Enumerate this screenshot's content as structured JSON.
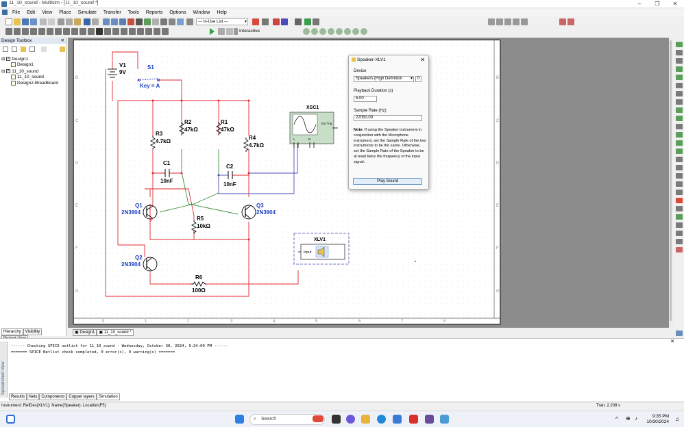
{
  "window": {
    "title": "11_10_sound - Multisim - [11_10_sound *]"
  },
  "menu": [
    "File",
    "Edit",
    "View",
    "Place",
    "Simulate",
    "Transfer",
    "Tools",
    "Reports",
    "Options",
    "Window",
    "Help"
  ],
  "toolbar": {
    "inuse_list": "--- In-Use List ---",
    "interactive": "Interactive"
  },
  "toolbox": {
    "title": "Design Toolbox",
    "tree": [
      "Design1",
      "Design1",
      "11_10_sound",
      "11_10_sound",
      "Design2-Breadboard"
    ],
    "tabs": [
      "Hierarchy",
      "Visibility",
      "Project View"
    ]
  },
  "sheet": {
    "rows": [
      "B",
      "C",
      "D",
      "E",
      "F",
      "G"
    ],
    "cols": [
      "0",
      "1",
      "2",
      "3",
      "4",
      "5",
      "6",
      "7",
      "8"
    ],
    "tabs": [
      "Design1",
      "11_10_sound *"
    ]
  },
  "circuit": {
    "v1_name": "V1",
    "v1_val": "9V",
    "s1_name": "S1",
    "s1_key": "Key = A",
    "r3_name": "R3",
    "r3_val": "4.7kΩ",
    "r2_name": "R2",
    "r2_val": "47kΩ",
    "r1_name": "R1",
    "r1_val": "47kΩ",
    "r4_name": "R4",
    "r4_val": "4.7kΩ",
    "c1_name": "C1",
    "c1_val": "10nF",
    "c2_name": "C2",
    "c2_val": "10nF",
    "q1_name": "Q1",
    "q1_val": "2N3904",
    "q3_name": "Q3",
    "q3_val": "2N3904",
    "q2_name": "Q2",
    "q2_val": "2N3904",
    "r5_name": "R5",
    "r5_val": "10kΩ",
    "r6_name": "R6",
    "r6_val": "100Ω",
    "xsc1_name": "XSC1",
    "xsc1_ext": "Ext Trig",
    "xsc1_a": "A",
    "xsc1_b": "B",
    "xlv1_name": "XLV1",
    "xlv1_input": "Input"
  },
  "dialog": {
    "title": "Speaker-XLV1",
    "device_label": "Device",
    "device_value": "Speakers (High Definition",
    "device_index": "0",
    "duration_label": "Playback Duration (s)",
    "duration_value": "5.00",
    "rate_label": "Sample Rate (Hz)",
    "rate_value": "22050.00",
    "note_bold": "Note:",
    "note_text": " If using the Speaker instrument in conjunction with the Microphone instrument, set the Sample Rate of the two instruments to be the same. Otherwise, set the Sample Rate of the Speaker to be at least twice the frequency of the input signal.",
    "play_button": "Play Sound"
  },
  "output": {
    "side_label": "Spreadsheet View",
    "lines": [
      "------ Checking SPICE netlist for 11_10_sound - Wednesday, October 30, 2024, 9:34:09 PM ------",
      "======= SPICE Netlist check completed, 0 error(s), 0 warning(s) ======="
    ],
    "tabs": [
      "Results",
      "Nets",
      "Components",
      "Copper layers",
      "Simulation"
    ]
  },
  "status": {
    "left": "Instrument: RefDes(XLV1); Name(Speaker); Location(F5)",
    "right": "Tran: 2.208 s"
  },
  "taskbar": {
    "search": "Search",
    "time": "9:35 PM",
    "date": "10/30/2024"
  },
  "colors": {
    "wire_red": "#e0262d",
    "wire_green": "#3a8f3a",
    "wire_blue": "#4a4ab8",
    "label_blue": "#1a3fc4",
    "accent": "#3a6ea5"
  }
}
